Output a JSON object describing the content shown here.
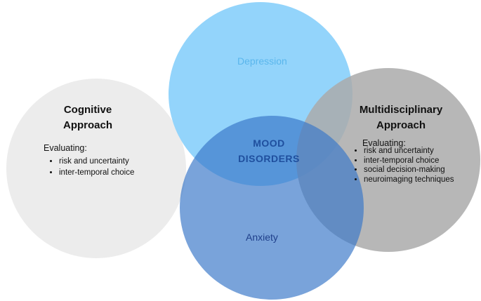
{
  "colors": {
    "cognitive_fill": "#ececec",
    "depression_fill": "#93d4fb",
    "anxiety_fill": "#6a96d1",
    "multi_fill": "#aaaaaa",
    "depression_label": "#5ab6ec",
    "anxiety_label": "#1f3f8a",
    "center_label": "#1f4f9e"
  },
  "circles": {
    "cognitive": {
      "heading_line1": "Cognitive",
      "heading_line2": "Approach",
      "evaluating": "Evaluating:",
      "items": [
        "risk and uncertainty",
        "inter-temporal choice"
      ]
    },
    "depression": {
      "label": "Depression"
    },
    "anxiety": {
      "label": "Anxiety"
    },
    "multidisciplinary": {
      "heading_line1": "Multidisciplinary",
      "heading_line2": "Approach",
      "evaluating": "Evaluating:",
      "items": [
        "risk and uncertainty",
        "inter-temporal choice",
        "social decision-making",
        "neuroimaging techniques"
      ]
    }
  },
  "center": {
    "line1": "MOOD",
    "line2": "DISORDERS"
  }
}
